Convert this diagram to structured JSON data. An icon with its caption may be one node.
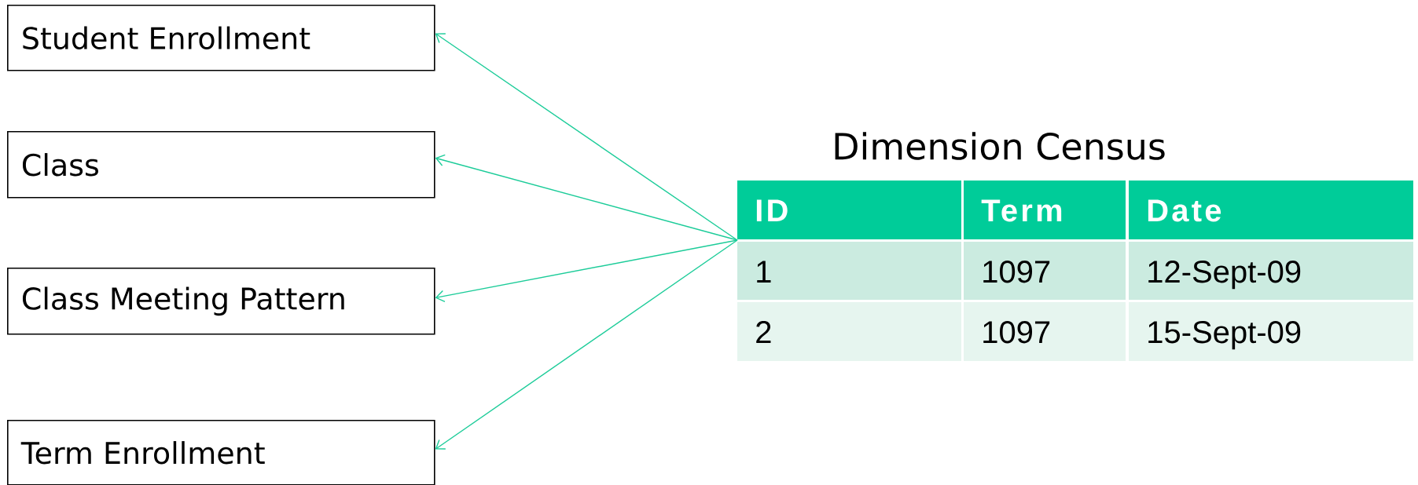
{
  "diagram": {
    "nodes": [
      {
        "text": [
          "Student Enrollment"
        ]
      },
      {
        "text": [
          "Class"
        ]
      },
      {
        "text": [
          "Class Meeting Pattern"
        ]
      },
      {
        "text": [
          "Term Enrollment"
        ]
      },
      {
        "text": [
          "Dimension Census"
        ]
      }
    ],
    "edges": [
      {
        "from": 4,
        "to": 0,
        "arrow": "to"
      },
      {
        "from": 4,
        "to": 1,
        "arrow": "to"
      },
      {
        "from": 4,
        "to": 2,
        "arrow": "to"
      },
      {
        "from": 4,
        "to": 3,
        "arrow": "to"
      }
    ],
    "labels": [
      "ID",
      "Term",
      "Date",
      "1",
      "1097",
      "12-Sept-09",
      "2",
      "1097",
      "15-Sept-09"
    ]
  }
}
